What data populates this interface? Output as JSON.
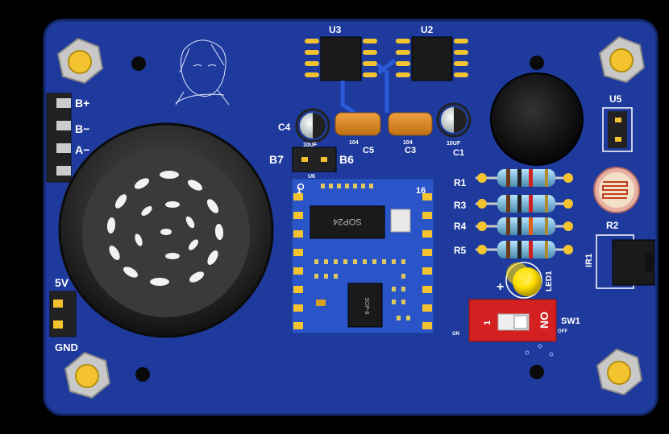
{
  "labels": {
    "u3": "U3",
    "u2": "U2",
    "u5": "U5",
    "c4": "C4",
    "c5": "C5",
    "c3": "C3",
    "c1": "C1",
    "cap_c5_value": "104",
    "cap_c3_value": "104",
    "cap_c4_value": "10UF",
    "cap_c1_value": "10UF",
    "b7": "B7",
    "b6": "B6",
    "u6": "U6",
    "r1": "R1",
    "r3": "R3",
    "r4": "R4",
    "r5": "R5",
    "r2": "R2",
    "ir1": "IR1",
    "led1": "LED1",
    "led_plus": "+",
    "sw1": "SW1",
    "bplus": "B+",
    "bminus": "B−",
    "aminus": "A−",
    "v5": "5V",
    "gnd": "GND",
    "module_pin1": "1",
    "module_pin16": "16",
    "module_chip": "SOP24",
    "module_chip2": "SOP-8",
    "switch_on": "ON",
    "switch_off": "OFF",
    "switch_no": "NO",
    "switch_one": "1"
  },
  "colors": {
    "board": "#1e3a9c",
    "board_edge": "#15296e",
    "silkscreen": "#ffffff",
    "copper": "#c9a227",
    "switch": "#d42020",
    "led": "#ffe000"
  }
}
